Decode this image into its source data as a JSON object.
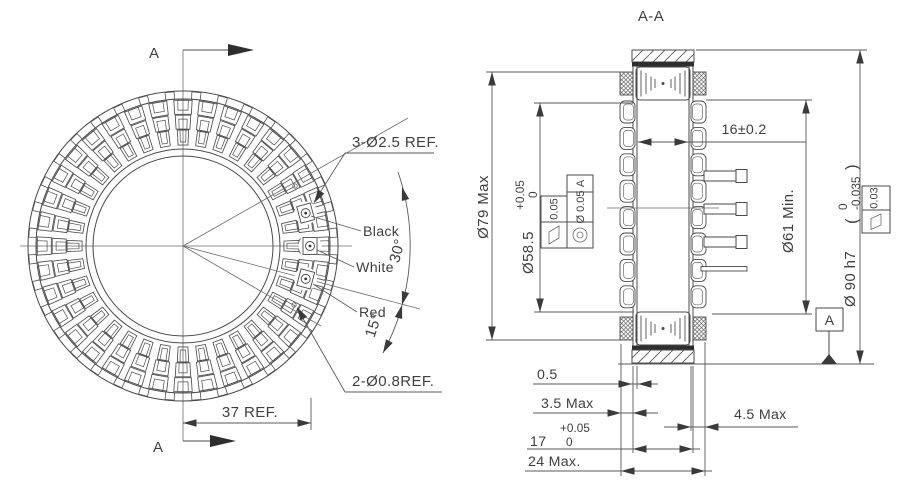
{
  "front_view": {
    "section_label_top": "A",
    "section_label_bottom": "A",
    "hole_ref_label": "3-Ø2.5 REF.",
    "wire_labels": {
      "black": "Black",
      "white": "White",
      "red": "Red"
    },
    "angle_labels": {
      "a30": "30°",
      "a15": "15°"
    },
    "small_hole_label": "2-Ø0.8REF.",
    "radius_label": "37 REF."
  },
  "section_view": {
    "title": "A-A",
    "dim_od79": "Ø79 Max",
    "dim_id585": {
      "main": "Ø58.5",
      "tol_hi": "+0.05",
      "tol_lo": "0"
    },
    "dim_w16": "16±0.2",
    "dim_id61": "Ø61 Min.",
    "dim_od90": {
      "main": "Ø 90 h7",
      "paren_open": "(",
      "tol_hi": "0",
      "tol_lo": "-0.035",
      "paren_close": ")"
    },
    "gdt_flat_left": "0.05",
    "gdt_conc": {
      "tol": "Ø 0.05",
      "datum": "A"
    },
    "gdt_flat_right": "0.03",
    "datum_label": "A",
    "dim_05": "0.5",
    "dim_35": "3.5 Max",
    "dim_17": {
      "main": "17",
      "tol_hi": "+0.05",
      "tol_lo": "0"
    },
    "dim_24": "24 Max.",
    "dim_45": "4.5 Max"
  },
  "colors": {
    "line": "#4a4a4a",
    "background": "#ffffff"
  }
}
